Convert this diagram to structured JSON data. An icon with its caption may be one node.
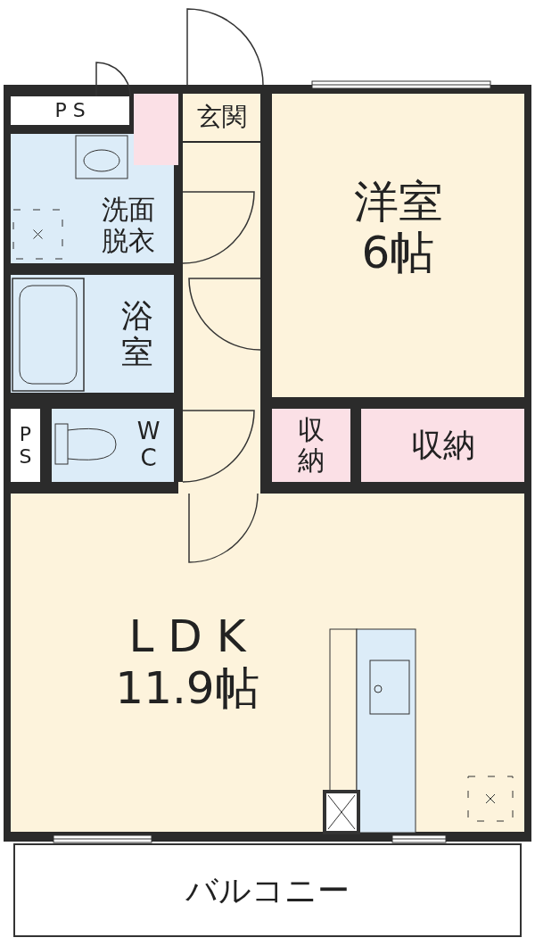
{
  "diagram": {
    "nodes": [
      {
        "text": [
          "P S"
        ]
      },
      {
        "text": [
          "玄関"
        ]
      },
      {
        "text": [
          "洋室",
          "6帖"
        ]
      },
      {
        "text": [
          "洗面脱衣"
        ]
      },
      {
        "text": [
          "浴室"
        ]
      },
      {
        "text": [
          "PS"
        ]
      },
      {
        "text": [
          "WC"
        ]
      },
      {
        "text": [
          "収納"
        ]
      },
      {
        "text": [
          "収納"
        ]
      },
      {
        "text": [
          "L D K",
          "11.9帖"
        ]
      },
      {
        "text": [
          "バルコニー"
        ]
      }
    ],
    "edges": []
  }
}
